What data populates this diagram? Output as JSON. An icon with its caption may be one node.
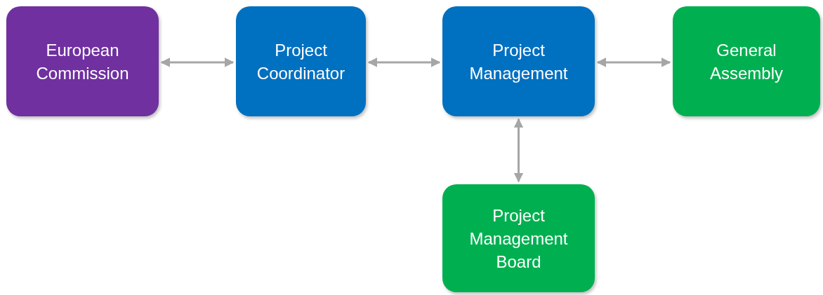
{
  "diagram": {
    "nodes": [
      {
        "text": [
          "European Commission"
        ]
      },
      {
        "text": [
          "Project Coordinator"
        ]
      },
      {
        "text": [
          "Project Management"
        ]
      },
      {
        "text": [
          "General Assembly"
        ]
      },
      {
        "text": [
          "Project Management Board"
        ]
      }
    ],
    "edges": [
      {
        "from": 0,
        "to": 1,
        "arrow": "both"
      },
      {
        "from": 1,
        "to": 2,
        "arrow": "both"
      },
      {
        "from": 2,
        "to": 3,
        "arrow": "both"
      },
      {
        "from": 2,
        "to": 4,
        "arrow": "both"
      }
    ]
  }
}
